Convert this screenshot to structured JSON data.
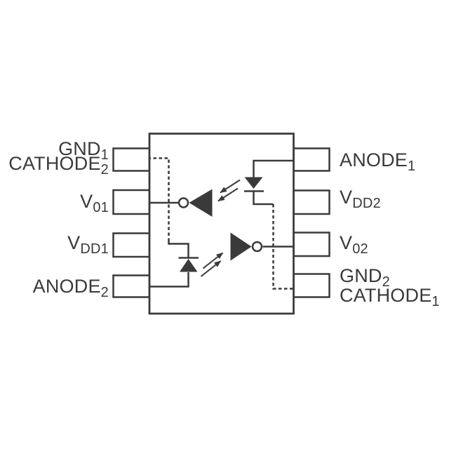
{
  "colors": {
    "line": "#3a3a3a",
    "background": "#ffffff"
  },
  "pins": {
    "left": [
      {
        "lines": [
          {
            "main": "GND",
            "sub": "1"
          },
          {
            "main": "CATHODE",
            "sub": "2"
          }
        ]
      },
      {
        "lines": [
          {
            "main": "V",
            "sub": "01"
          }
        ]
      },
      {
        "lines": [
          {
            "main": "V",
            "sub": "DD1"
          }
        ]
      },
      {
        "lines": [
          {
            "main": "ANODE",
            "sub": "2"
          }
        ]
      }
    ],
    "right": [
      {
        "lines": [
          {
            "main": "ANODE",
            "sub": "1"
          }
        ]
      },
      {
        "lines": [
          {
            "main": "V",
            "sub": "DD2"
          }
        ]
      },
      {
        "lines": [
          {
            "main": "V",
            "sub": "02"
          }
        ]
      },
      {
        "lines": [
          {
            "main": "GND",
            "sub": "2"
          },
          {
            "main": "CATHODE",
            "sub": "1"
          }
        ]
      }
    ]
  }
}
